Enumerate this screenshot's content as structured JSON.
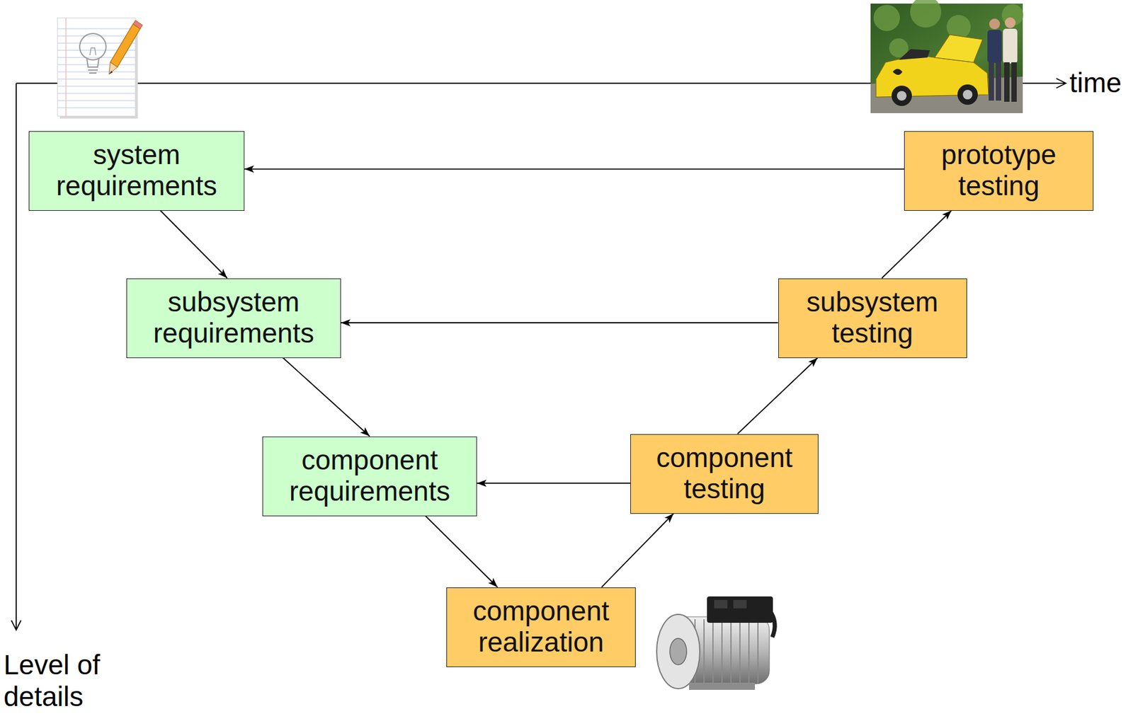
{
  "diagram": {
    "nodes": [
      {
        "text": [
          "system requirements"
        ]
      },
      {
        "text": [
          "subsystem requirements"
        ]
      },
      {
        "text": [
          "component requirements"
        ]
      },
      {
        "text": [
          "component realization"
        ]
      },
      {
        "text": [
          "component testing"
        ]
      },
      {
        "text": [
          "subsystem testing"
        ]
      },
      {
        "text": [
          "prototype testing"
        ]
      }
    ],
    "edges": [
      {
        "from": 0,
        "to": 1,
        "arrow": "to"
      },
      {
        "from": 1,
        "to": 2,
        "arrow": "to"
      },
      {
        "from": 2,
        "to": 3,
        "arrow": "to"
      },
      {
        "from": 3,
        "to": 4,
        "arrow": "to"
      },
      {
        "from": 4,
        "to": 5,
        "arrow": "to"
      },
      {
        "from": 5,
        "to": 6,
        "arrow": "to"
      },
      {
        "from": 6,
        "to": 0,
        "arrow": "to"
      },
      {
        "from": 5,
        "to": 1,
        "arrow": "to"
      },
      {
        "from": 4,
        "to": 2,
        "arrow": "to"
      }
    ],
    "labels": [
      "time",
      "Level of details"
    ]
  }
}
